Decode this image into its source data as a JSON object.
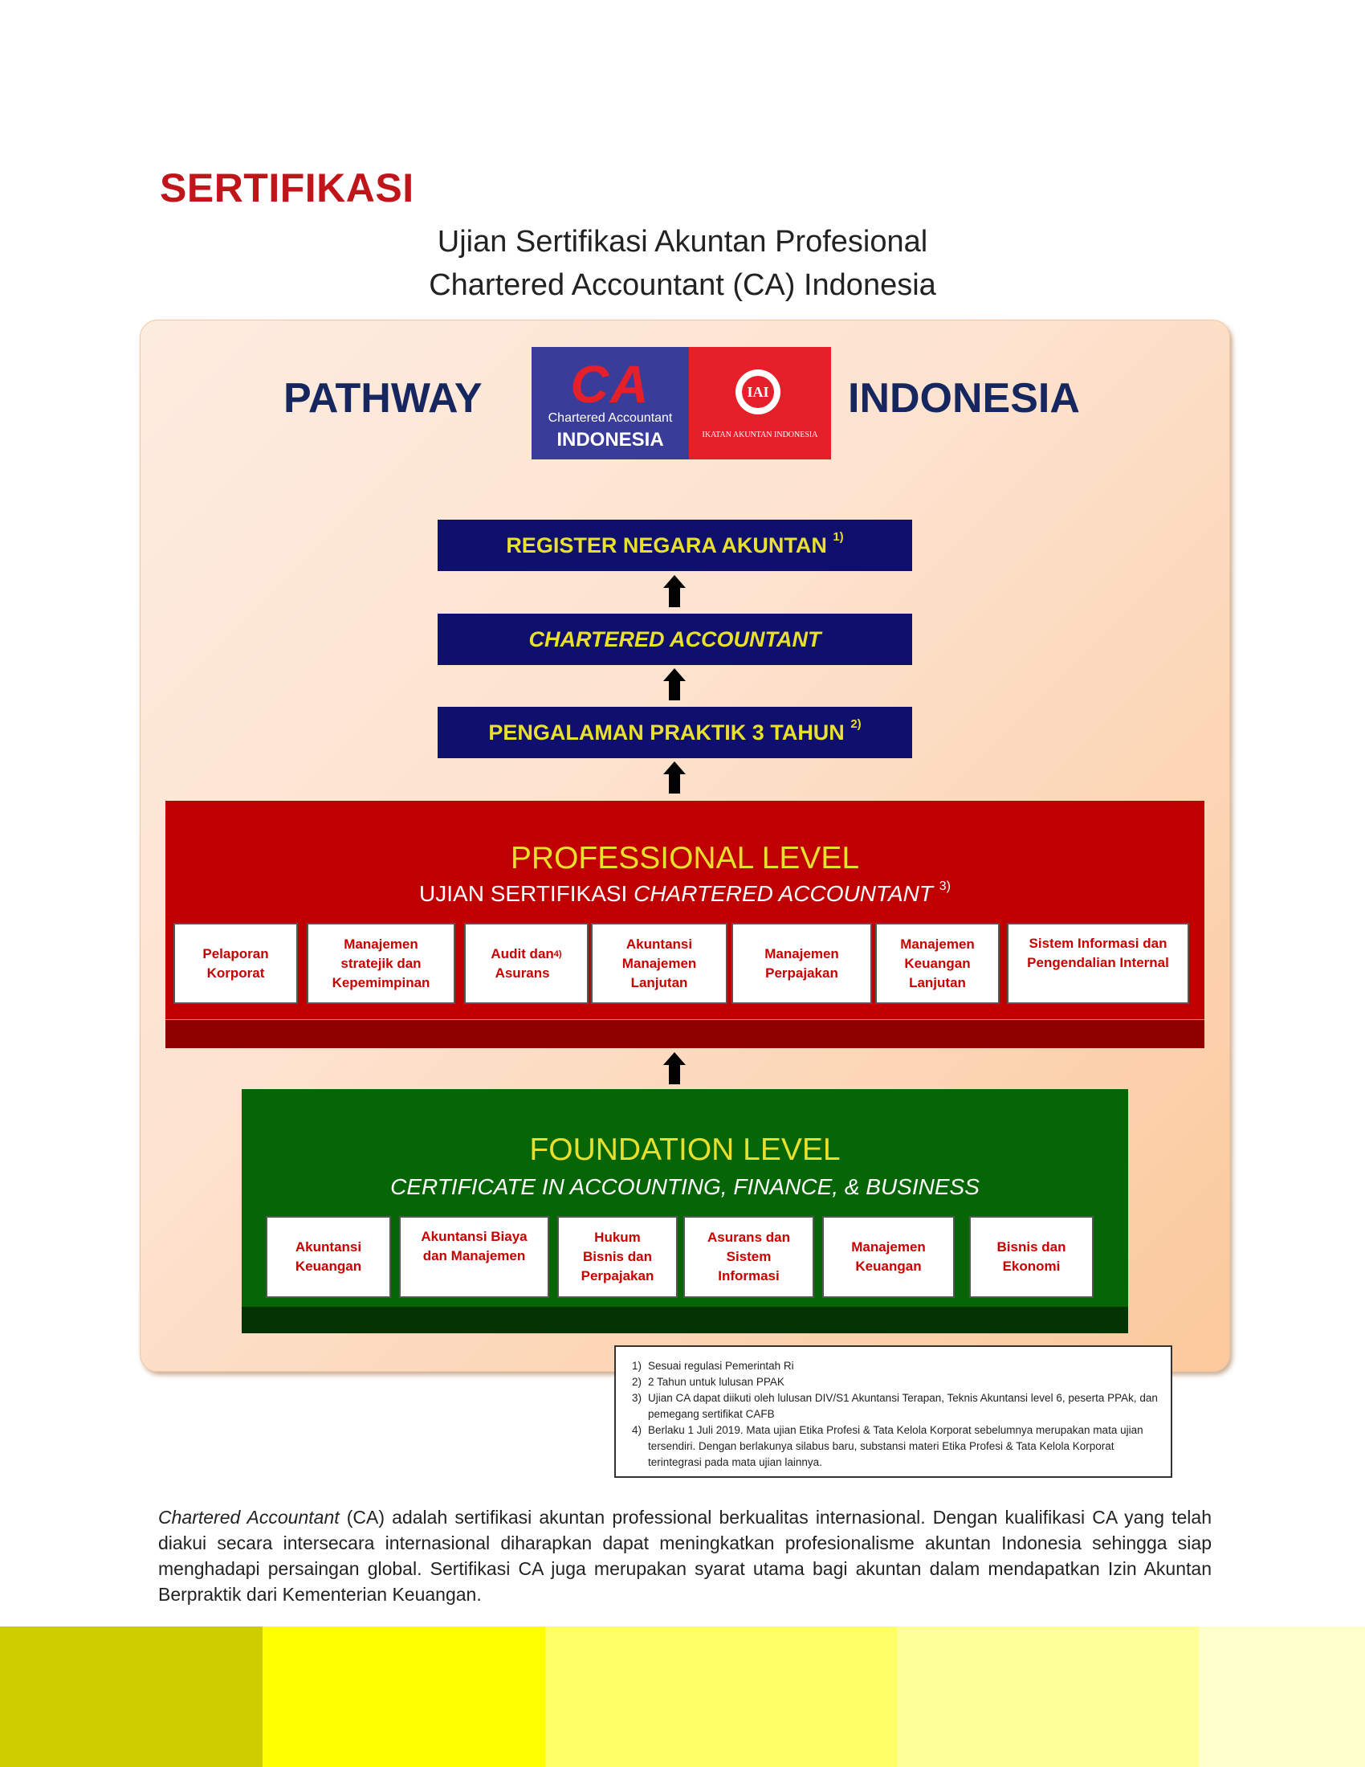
{
  "heading": "SERTIFIKASI",
  "subtitle_line1": "Ujian Sertifikasi Akuntan Profesional",
  "subtitle_line2": "Chartered Accountant (CA) Indonesia",
  "pathway_word": "PATHWAY",
  "indonesia_word": "INDONESIA",
  "logo": {
    "ca_mark": "CA",
    "ca_small": "Chartered Accountant",
    "ca_country": "INDONESIA",
    "iai_mark": "IAI",
    "iai_text": "IKATAN AKUNTAN INDONESIA"
  },
  "steps": {
    "register": "REGISTER NEGARA AKUNTAN",
    "register_note": "1)",
    "ca": "CHARTERED ACCOUNTANT",
    "praktik": "PENGALAMAN PRAKTIK 3 TAHUN",
    "praktik_note": "2)"
  },
  "professional": {
    "title": "PROFESSIONAL LEVEL",
    "subtitle_prefix": "UJIAN SERTIFIKASI ",
    "subtitle_italic": "CHARTERED ACCOUNTANT",
    "subtitle_note": "3)",
    "subjects": [
      "Pelaporan\nKorporat",
      "Manajemen\nstratejik dan\nKepemimpinan",
      "Audit dan\nAsurans",
      "Akuntansi\nManajemen\nLanjutan",
      "Manajemen\nPerpajakan",
      "Manajemen\nKeuangan\nLanjutan",
      "Sistem Informasi dan\nPengendalian Internal"
    ],
    "audit_note": "4)"
  },
  "foundation": {
    "title": "FOUNDATION LEVEL",
    "subtitle": "CERTIFICATE IN ACCOUNTING, FINANCE, & BUSINESS",
    "subjects": [
      "Akuntansi\nKeuangan",
      "Akuntansi Biaya\ndan Manajemen",
      "Hukum\nBisnis dan\nPerpajakan",
      "Asurans dan\nSistem\nInformasi",
      "Manajemen\nKeuangan",
      "Bisnis dan\nEkonomi"
    ]
  },
  "notes": [
    {
      "num": "1)",
      "text": "Sesuai regulasi Pemerintah Ri"
    },
    {
      "num": "2)",
      "text": "2 Tahun untuk lulusan PPAK"
    },
    {
      "num": "3)",
      "text": "Ujian CA dapat diikuti oleh lulusan DIV/S1 Akuntansi Terapan, Teknis Akuntansi level 6, peserta PPAk, dan pemegang sertifikat CAFB"
    },
    {
      "num": "4)",
      "text": "Berlaku 1 Juli 2019. Mata ujian Etika Profesi & Tata Kelola Korporat sebelumnya merupakan mata ujian tersendiri. Dengan berlakunya silabus baru, substansi materi Etika Profesi & Tata Kelola Korporat terintegrasi pada mata ujian lainnya."
    }
  ],
  "body": {
    "italic_lead": "Chartered Accountant",
    "text": " (CA) adalah sertifikasi akuntan professional berkualitas internasional. Dengan kualifikasi CA yang telah diakui secara intersecara internasional diharapkan dapat meningkatkan profesionalisme akuntan Indonesia sehingga siap menghadapi persaingan global. Sertifikasi CA juga merupakan syarat utama bagi akuntan dalam mendapatkan Izin Akuntan Berpraktik dari Kementerian Keuangan."
  },
  "colors": {
    "heading_red": "#c0151a",
    "navy": "#0f0f6e",
    "yellow_text": "#e8e02c",
    "professional_red": "#c00000",
    "foundation_green": "#066606",
    "band_1": "#cfcc00",
    "band_2": "#ffff00",
    "band_3": "#ffff66",
    "band_4": "#ffff99",
    "band_5": "#ffffcc"
  }
}
